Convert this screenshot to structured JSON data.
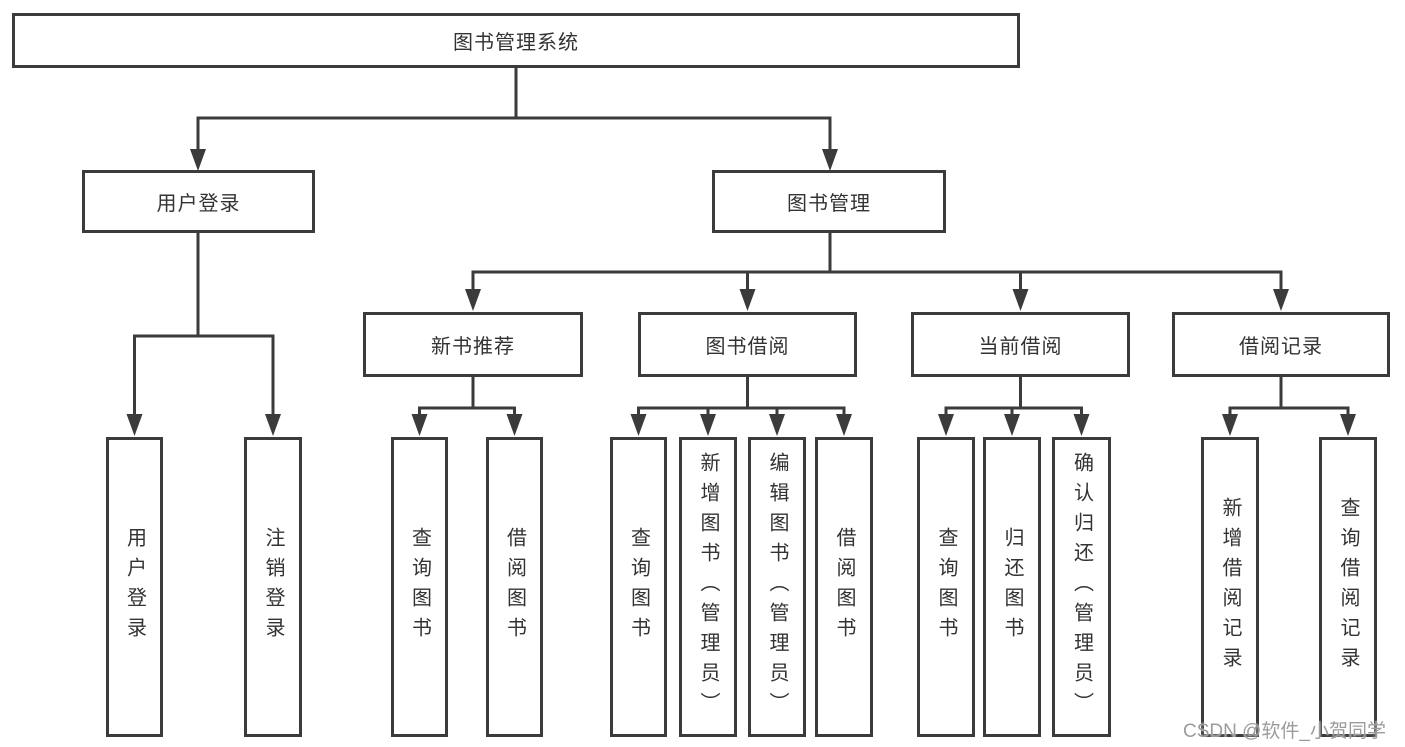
{
  "colors": {
    "line": "#3b3b3b",
    "text": "#333333",
    "watermark": "#9c9c9c",
    "background": "#ffffff"
  },
  "diagram_type": "hierarchy-tree",
  "tree": {
    "root": {
      "label": "图书管理系统"
    },
    "branches": [
      {
        "label": "用户登录",
        "children": [
          {
            "label": "用户登录"
          },
          {
            "label": "注销登录"
          }
        ]
      },
      {
        "label": "图书管理",
        "groups": [
          {
            "label": "新书推荐",
            "children": [
              {
                "label": "查询图书"
              },
              {
                "label": "借阅图书"
              }
            ]
          },
          {
            "label": "图书借阅",
            "children": [
              {
                "label": "查询图书"
              },
              {
                "label": "新增图书（管理员）"
              },
              {
                "label": "编辑图书（管理员）"
              },
              {
                "label": "借阅图书"
              }
            ]
          },
          {
            "label": "当前借阅",
            "children": [
              {
                "label": "查询图书"
              },
              {
                "label": "归还图书"
              },
              {
                "label": "确认归还（管理员）"
              }
            ]
          },
          {
            "label": "借阅记录",
            "children": [
              {
                "label": "新增借阅记录"
              },
              {
                "label": "查询借阅记录"
              }
            ]
          }
        ]
      }
    ]
  },
  "watermark": {
    "text": "CSDN @软件_小贺同学"
  }
}
